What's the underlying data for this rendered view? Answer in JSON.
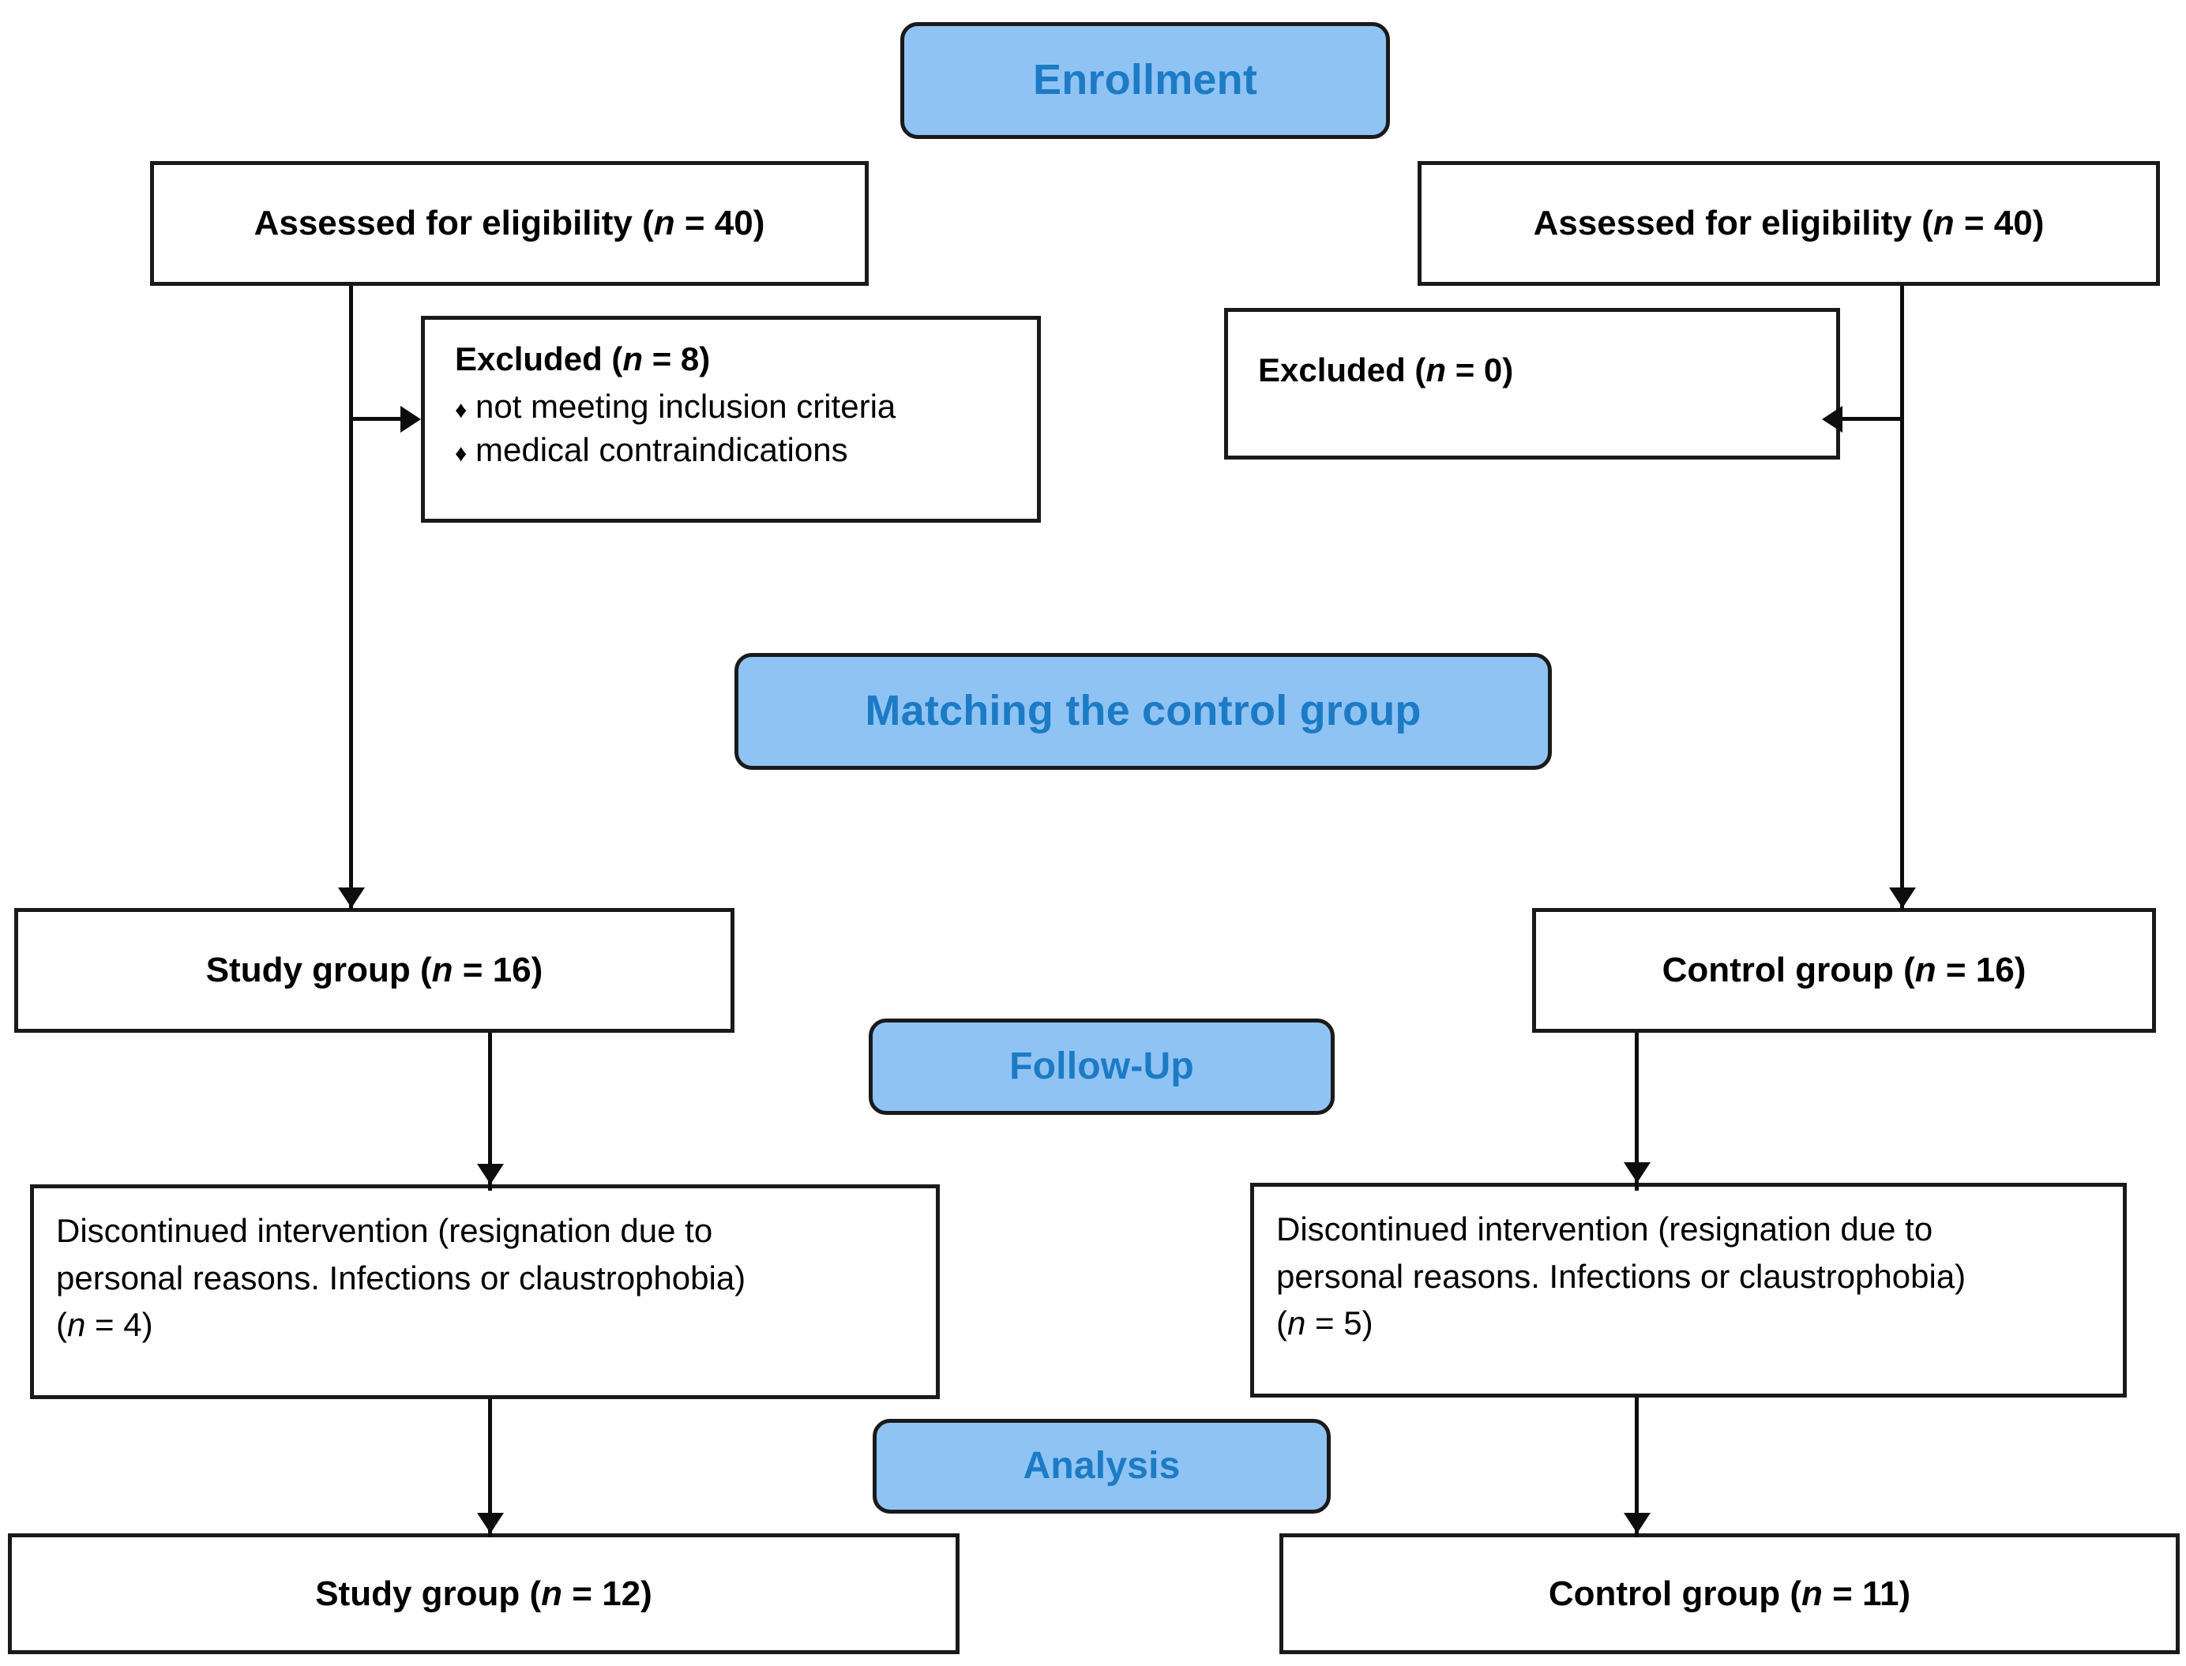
{
  "diagram": {
    "title": "CONSORT participant flow diagram",
    "accent_blue_fill": "#8FC3F4",
    "accent_blue_text": "#1C7BC4",
    "line_color": "#0d0d0d",
    "box_border_color": "#1a1a1a",
    "box_fill": "#ffffff"
  },
  "phases": {
    "enrollment": "Enrollment",
    "matching": "Matching the control group",
    "followup": "Follow-Up",
    "analysis": "Analysis"
  },
  "nodes": {
    "assessed_left": {
      "label": "Assessed for eligibility (",
      "n_symbol": "n",
      "n_value": " = 40)"
    },
    "assessed_right": {
      "label": "Assessed for eligibility (",
      "n_symbol": "n",
      "n_value": " = 40)"
    },
    "excluded_left": {
      "heading": "Excluded (",
      "n_symbol": "n",
      "n_value": " = 8)",
      "bullet_glyph": "♦",
      "bullets": [
        "not meeting inclusion criteria",
        "medical contraindications"
      ]
    },
    "excluded_right": {
      "heading": "Excluded (",
      "n_symbol": "n",
      "n_value": " = 0)"
    },
    "study_group_matched": {
      "label": "Study group (",
      "n_symbol": "n",
      "n_value": " = 16)"
    },
    "control_group_matched": {
      "label": "Control group (",
      "n_symbol": "n",
      "n_value": " = 16)"
    },
    "discontinued_left": {
      "line1": "Discontinued intervention (resignation due to",
      "line2": "personal reasons. Infections or claustrophobia)",
      "n_open": "(",
      "n_symbol": "n",
      "n_value": " = 4)"
    },
    "discontinued_right": {
      "line1": "Discontinued intervention (resignation due to",
      "line2": "personal reasons. Infections or claustrophobia)",
      "n_open": "(",
      "n_symbol": "n",
      "n_value": " = 5)"
    },
    "study_group_analysed": {
      "label": "Study group (",
      "n_symbol": "n",
      "n_value": " = 12)"
    },
    "control_group_analysed": {
      "label": "Control group (",
      "n_symbol": "n",
      "n_value": " = 11)"
    }
  }
}
